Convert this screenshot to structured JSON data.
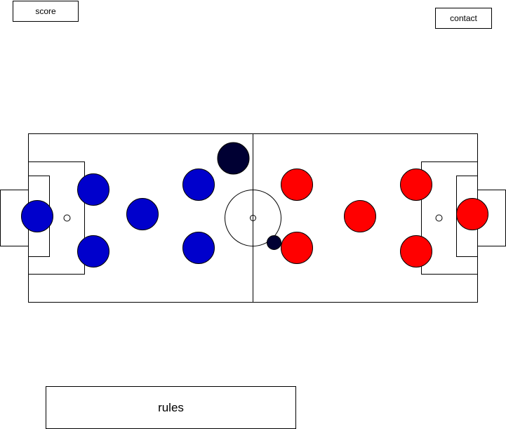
{
  "buttons": {
    "score": "score",
    "contact": "contact",
    "rules": "rules"
  },
  "colors": {
    "home_team": "#0000cc",
    "away_team": "#ff0000",
    "ball_and_referee": "#000033",
    "pitch_background": "#ffffff",
    "pitch_lines": "#000000"
  },
  "teams": {
    "home": {
      "color_key": "home_team",
      "player_count": 6
    },
    "away": {
      "color_key": "away_team",
      "player_count": 6
    }
  },
  "other_markers": [
    "referee",
    "ball"
  ]
}
